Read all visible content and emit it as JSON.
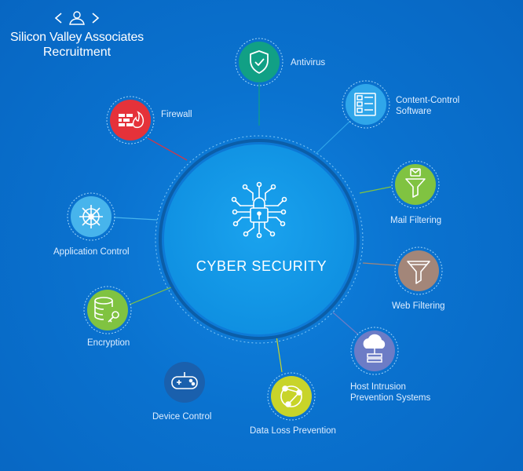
{
  "brand": {
    "line1": "Silicon Valley Associates",
    "line2": "Recruitment"
  },
  "center": {
    "title": "CYBER SECURITY"
  },
  "nodes": [
    {
      "id": "antivirus",
      "label": "Antivirus",
      "icon": "shield-check-icon",
      "color": "#11a085"
    },
    {
      "id": "content-control",
      "label": "Content-Control Software",
      "icon": "document-list-icon",
      "color": "#2fa6ea"
    },
    {
      "id": "mail-filtering",
      "label": "Mail Filtering",
      "icon": "mail-funnel-icon",
      "color": "#80c341"
    },
    {
      "id": "web-filtering",
      "label": "Web Filtering",
      "icon": "funnel-icon",
      "color": "#a38679"
    },
    {
      "id": "host-intrusion",
      "label": "Host Intrusion Prevention Systems",
      "icon": "cloud-server-icon",
      "color": "#6c7cc6"
    },
    {
      "id": "data-loss",
      "label": "Data Loss Prevention",
      "icon": "network-circle-icon",
      "color": "#c8d42a"
    },
    {
      "id": "device-control",
      "label": "Device Control",
      "icon": "gamepad-icon",
      "color": "#1a60ad"
    },
    {
      "id": "encryption",
      "label": "Encryption",
      "icon": "database-key-icon",
      "color": "#80c341"
    },
    {
      "id": "application-control",
      "label": "Application Control",
      "icon": "ship-wheel-icon",
      "color": "#47b4ec"
    },
    {
      "id": "firewall",
      "label": "Firewall",
      "icon": "firewall-icon",
      "color": "#e5323a"
    }
  ]
}
